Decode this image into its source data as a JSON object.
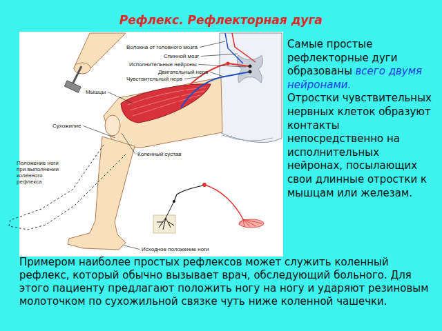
{
  "diagram": {
    "title": "Рефлекс. Рефлекторная дуга",
    "labels": [
      "Самые простые рефлекторные дуги образованы",
      "всего двумя нейронами.",
      "Отростки чувствительных нервных клеток образуют контакты непосредственно на исполнительных нейронах, посылающих свои длинные отростки к мышцам или железам.",
      "Волокна от головного мозга",
      "Спинной мозг",
      "Исполнительные нейроны",
      "Двигательный нерв",
      "Чувствительный нерв",
      "Мышцы",
      "Сухожилие",
      "Коленный сустав",
      "Положение ноги при выполнении коленного рефлекса",
      "Исходное положение ноги",
      "Примером наиболее простых рефлексов может служить коленный рефлекс, который обычно вызывает врач, обследующий больного. Для этого пациенту предлагают положить ногу на ногу и ударяют резиновым молоточком по сухожильной связке чуть ниже коленной чашечки."
    ]
  }
}
